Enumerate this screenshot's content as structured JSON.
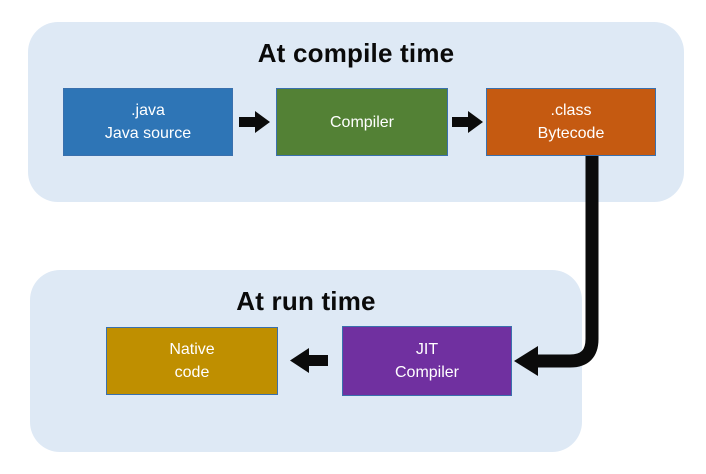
{
  "compile_section": {
    "title": "At compile time",
    "panel_bg": "#dee9f5",
    "boxes": {
      "java_source": {
        "line1": ".java",
        "line2": "Java source",
        "fill": "#2e75b6"
      },
      "compiler": {
        "line1": "Compiler",
        "fill": "#538135"
      },
      "bytecode": {
        "line1": ".class",
        "line2": "Bytecode",
        "fill": "#c55a11"
      }
    }
  },
  "runtime_section": {
    "title": "At run time",
    "panel_bg": "#dee9f5",
    "boxes": {
      "native_code": {
        "line1": "Native",
        "line2": "code",
        "fill": "#bf8f00"
      },
      "jit_compiler": {
        "line1": "JIT",
        "line2": "Compiler",
        "fill": "#7030a0"
      }
    }
  },
  "arrows": {
    "color": "#0b0b0b",
    "java_to_compiler": "right",
    "compiler_to_bytecode": "right",
    "jit_to_native": "left",
    "bytecode_to_jit": "elbow-down-left"
  },
  "colors": {
    "box_border": "#3a70ad",
    "title_text": "#0a0a0a",
    "box_text": "#ffffff",
    "page_bg": "#ffffff"
  }
}
